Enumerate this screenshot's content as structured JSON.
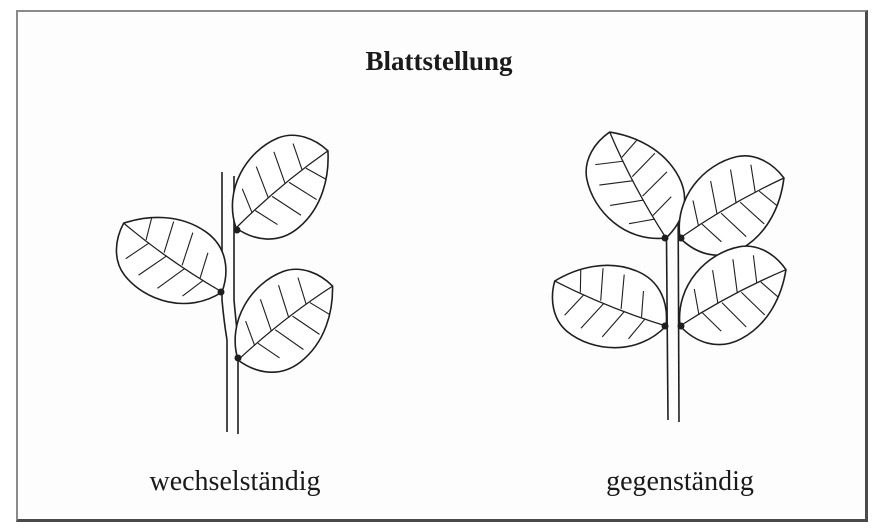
{
  "diagram": {
    "title": "Blattstellung",
    "left_label": "wechselständig",
    "right_label": "gegenständig",
    "stroke_color": "#1f1f1f"
  }
}
